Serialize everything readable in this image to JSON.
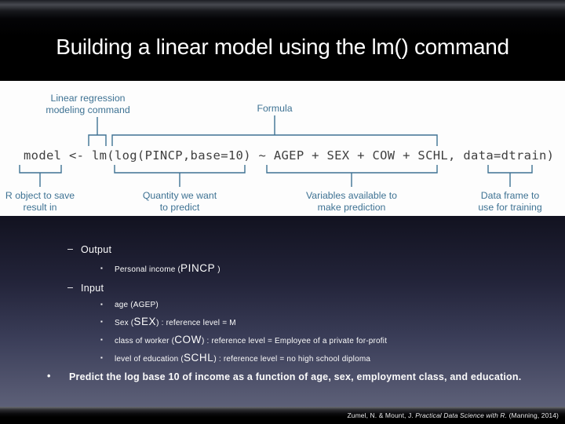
{
  "title": "Building a linear model using the lm() command",
  "diagram": {
    "accent_color": "#3e7293",
    "code_color": "#3f3f3f",
    "code": "model <- lm(log(PINCP,base=10) ~ AGEP + SEX + COW + SCHL, data=dtrain)",
    "labels": {
      "top1a": "Linear regression",
      "top1b": "modeling command",
      "top2": "Formula",
      "b1a": "R object to save",
      "b1b": "result in",
      "b2a": "Quantity we want",
      "b2b": "to predict",
      "b3a": "Variables available to",
      "b3b": "make prediction",
      "b4a": "Data frame to",
      "b4b": "use for training"
    }
  },
  "content": {
    "bullets": [
      {
        "marker": "–",
        "segments": [
          {
            "t": "Output"
          }
        ]
      },
      {
        "marker": "▪",
        "segments": [
          {
            "t": "Personal income ("
          },
          {
            "t": "PINCP",
            "code": true
          },
          {
            "t": " )"
          }
        ]
      },
      {
        "marker": "–",
        "segments": [
          {
            "t": "Input"
          }
        ]
      },
      {
        "marker": "▪",
        "segments": [
          {
            "t": "age (AGEP)"
          }
        ]
      },
      {
        "marker": "▪",
        "segments": [
          {
            "t": "Sex ("
          },
          {
            "t": "SEX",
            "code": true
          },
          {
            "t": ") :  reference level = M"
          }
        ]
      },
      {
        "marker": "▪",
        "segments": [
          {
            "t": "class of worker ("
          },
          {
            "t": "COW",
            "code": true
          },
          {
            "t": ") : reference level = Employee of a private for-profit"
          }
        ]
      },
      {
        "marker": "▪",
        "segments": [
          {
            "t": "level of education ("
          },
          {
            "t": "SCHL",
            "code": true
          },
          {
            "t": ") : reference level = no high school diploma"
          }
        ]
      },
      {
        "marker": "•",
        "bold": true,
        "segments": [
          {
            "t": "Predict the log base 10 of income as a function of age, sex, employment class, and education."
          }
        ]
      }
    ]
  },
  "footer": {
    "cite_pre": "Zumel, N. & Mount, J. ",
    "cite_title": "Practical Data Science with R.",
    "cite_post": " (Manning, 2014)"
  }
}
